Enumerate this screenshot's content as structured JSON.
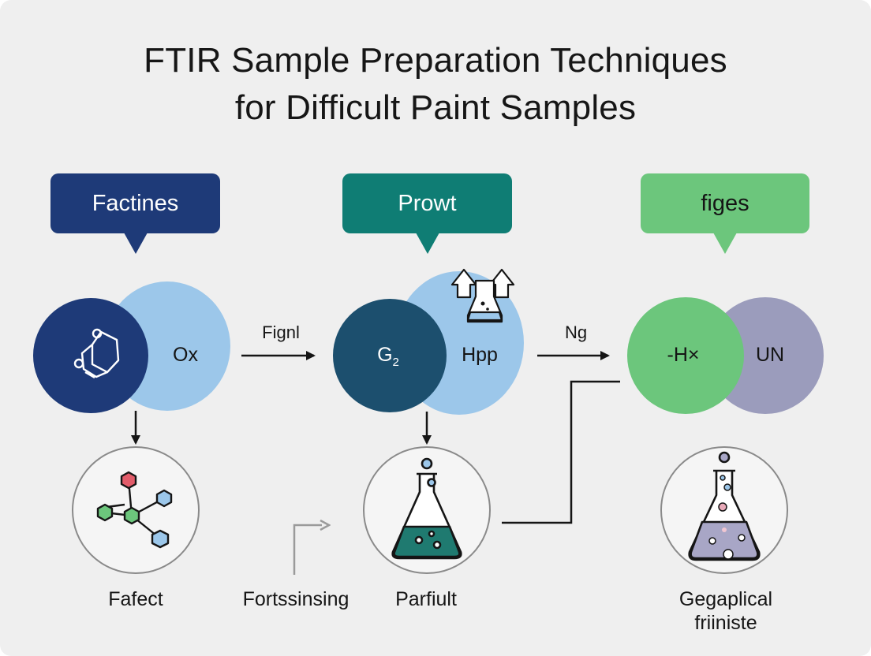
{
  "title": {
    "line1": "FTIR Sample Preparation Techniques",
    "line2": "for Difficult Paint Samples"
  },
  "colors": {
    "navy": "#1e3a78",
    "teal": "#0f7d74",
    "green": "#6cc67c",
    "light_blue": "#9cc7ea",
    "dark_teal": "#1c4f6e",
    "lavender": "#9b9cbc",
    "flask_liquid_teal": "#1f7a70",
    "flask_liquid_lavender": "#a8a6c6"
  },
  "columns": [
    {
      "header": "Factines",
      "circle_left_label": "",
      "circle_right_label": "Ox",
      "bottom_label": "Fafect"
    },
    {
      "header": "Prowt",
      "circle_left_label": "G",
      "circle_left_subscript": "2",
      "circle_right_label": "Hpp",
      "bottom_label": "Parfiult"
    },
    {
      "header": "figes",
      "circle_left_label": "-H×",
      "circle_right_label": "UN",
      "bottom_label_line1": "Gegaplical",
      "bottom_label_line2": "friiniste"
    }
  ],
  "arrows": {
    "arrow_1_label": "Fignl",
    "arrow_2_label": "Ng"
  },
  "side_label": "Fortssinsing"
}
